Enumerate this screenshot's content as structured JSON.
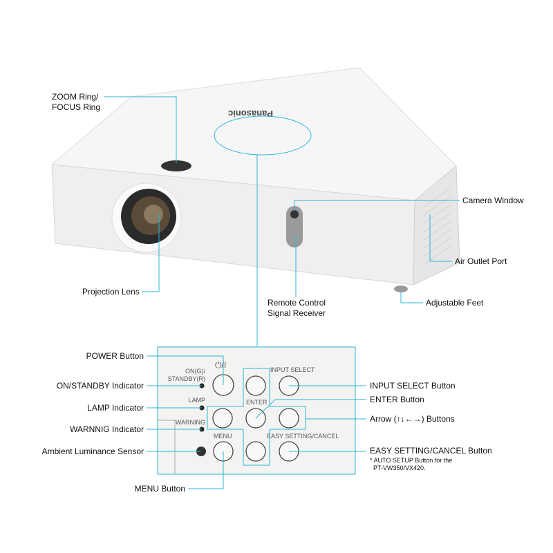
{
  "colors": {
    "leader_line": "#29b6d8",
    "panel_bg": "#f3f3f1",
    "body": "#f4f4f4"
  },
  "projector": {
    "labels": {
      "zoom_ring": [
        "ZOOM Ring/",
        "FOCUS Ring"
      ],
      "projection_lens": "Projection Lens",
      "camera_window": "Camera Window",
      "air_outlet": "Air Outlet Port",
      "adjustable_feet": "Adjustable Feet",
      "remote_receiver": [
        "Remote Control",
        "Signal Receiver"
      ]
    },
    "brand_logo": "Panasonic"
  },
  "panel": {
    "printed": {
      "power_symbol": "⏻/I",
      "on_standby": [
        "ON(G)/",
        "STANDBY(R)"
      ],
      "lamp": "LAMP",
      "warning": "WARNING",
      "menu": "MENU",
      "input_select": "INPUT SELECT",
      "enter": "ENTER",
      "easy_setting": "EASY SETTING/CANCEL"
    },
    "labels": {
      "power_button": "POWER Button",
      "on_standby_indicator": "ON/STANDBY Indicator",
      "lamp_indicator": "LAMP Indicator",
      "warning_indicator": "WARNNIG Indicator",
      "ambient_sensor": "Ambient Luminance Sensor",
      "menu_button": "MENU Button",
      "input_select_button": "INPUT SELECT Button",
      "enter_button": "ENTER Button",
      "arrow_buttons": "Arrow (↑↓←→) Buttons",
      "easy_setting_button": "EASY SETTING/CANCEL Button",
      "footnote": [
        "* AUTO SETUP Button for the",
        "PT-VW350/VX420."
      ]
    }
  }
}
